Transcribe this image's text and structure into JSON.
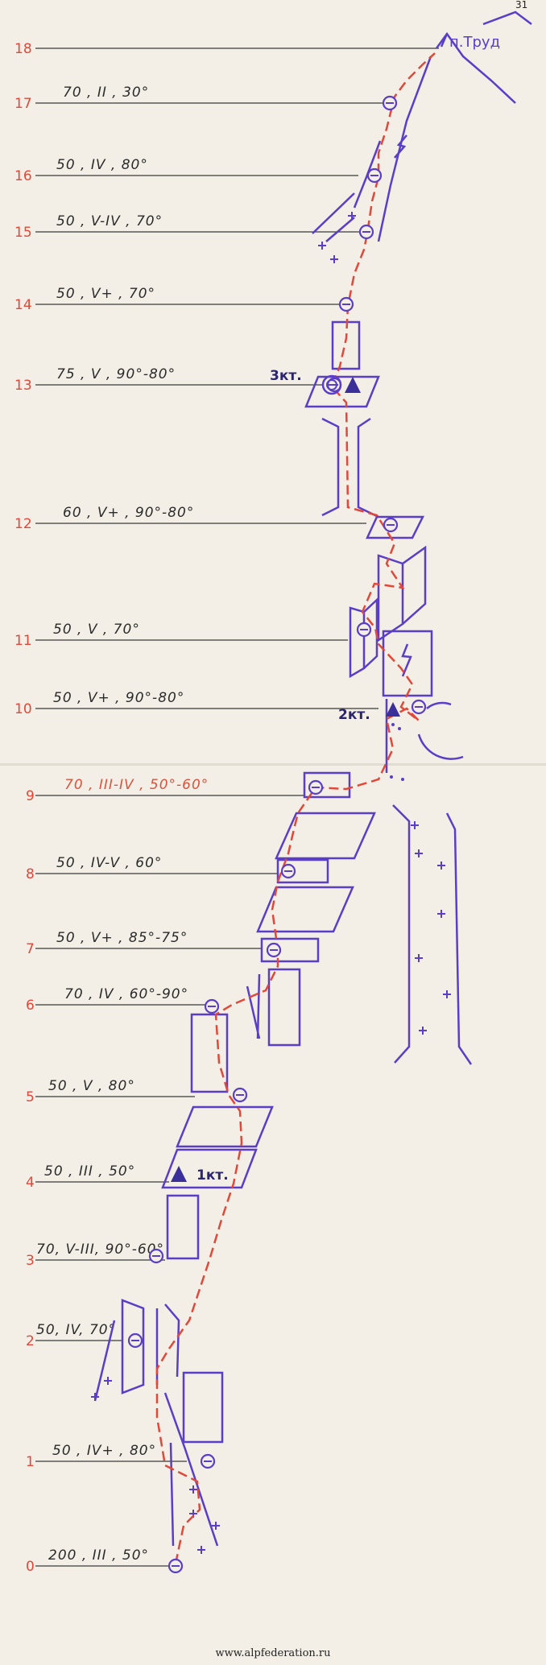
{
  "summit_label": "п.Труд",
  "corner_number": "31",
  "footer_text": "www.alpfederation.ru",
  "colors": {
    "scheme_ink": "#5a3ec8",
    "route_line": "#e0483a",
    "pitch_numbers": "#e0483a",
    "paper": "#f3efe6"
  },
  "pitches": [
    {
      "num": "18",
      "desc": ""
    },
    {
      "num": "17",
      "desc": "70 , II , 30°"
    },
    {
      "num": "16",
      "desc": "50 , IV , 80°"
    },
    {
      "num": "15",
      "desc": "50 , V-IV , 70°"
    },
    {
      "num": "14",
      "desc": "50 , V+ , 70°"
    },
    {
      "num": "13",
      "desc": "75 , V , 90°-80°"
    },
    {
      "num": "12",
      "desc": "60 , V+ , 90°-80°"
    },
    {
      "num": "11",
      "desc": "50 , V , 70°"
    },
    {
      "num": "10",
      "desc": "50 , V+ , 90°-80°"
    },
    {
      "num": "9",
      "desc": "70 , III-IV , 50°-60°"
    },
    {
      "num": "8",
      "desc": "50 , IV-V , 60°"
    },
    {
      "num": "7",
      "desc": "50 , V+ , 85°-75°"
    },
    {
      "num": "6",
      "desc": "70 , IV , 60°-90°"
    },
    {
      "num": "5",
      "desc": "50 , V , 80°"
    },
    {
      "num": "4",
      "desc": "50 , III , 50°"
    },
    {
      "num": "3",
      "desc": "70, V-III, 90°-60°"
    },
    {
      "num": "2",
      "desc": "50, IV, 70°"
    },
    {
      "num": "1",
      "desc": "50 , IV+ , 80°"
    },
    {
      "num": "0",
      "desc": "200 , III , 50°"
    }
  ],
  "anchors": [
    {
      "label": "3кт."
    },
    {
      "label": "2кт."
    },
    {
      "label": "1кт."
    }
  ]
}
